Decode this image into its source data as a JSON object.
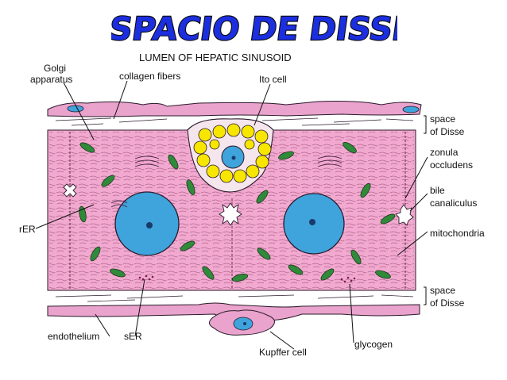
{
  "title": "ESPACIO DE DISSE",
  "subtitle": "LUMEN OF HEPATIC SINUSOID",
  "labels": {
    "golgi_line1": "Golgi",
    "golgi_line2": "apparatus",
    "collagen_fibers": "collagen fibers",
    "ito_cell": "Ito cell",
    "rer": "rER",
    "endothelium": "endothelium",
    "ser": "sER",
    "kupffer_cell": "Kupffer cell",
    "glycogen": "glycogen",
    "space_top_line1": "space",
    "space_top_line2": "of Disse",
    "zonula_line1": "zonula",
    "zonula_line2": "occludens",
    "bile_line1": "bile",
    "bile_line2": "canaliculus",
    "mitochondria": "mitochondria",
    "space_bottom_line1": "space",
    "space_bottom_line2": "of Disse"
  },
  "colors": {
    "title_fill": "#1c2fe0",
    "title_outline": "#0a0a0a",
    "cytoplasm": "#f2a9cf",
    "nucleus": "#3fa3dc",
    "mitochondria": "#2f8a3a",
    "ito_lipid": "#f7e600",
    "endothelium": "#e9a3cc",
    "outline": "#2a1a2a"
  }
}
